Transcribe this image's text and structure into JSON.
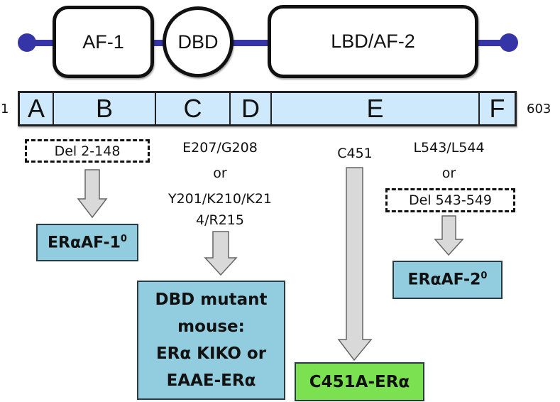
{
  "protein_schematic": {
    "domains": [
      {
        "id": "af1",
        "label": "AF-1"
      },
      {
        "id": "dbd",
        "label": "DBD"
      },
      {
        "id": "lbd",
        "label": "LBD/AF-2"
      }
    ],
    "backbone_color": "#3535a8"
  },
  "domain_bar": {
    "start_residue": "1",
    "end_residue": "603",
    "segments": [
      "A",
      "B",
      "C",
      "D",
      "E",
      "F"
    ],
    "fill_color": "#cde9fb"
  },
  "mutations": {
    "af1": {
      "deletion": "Del 2-148",
      "result": "ERαAF-1",
      "result_sup": "0"
    },
    "dbd": {
      "line1": "E207/G208",
      "line2": "or",
      "line3": "Y201/K210/K21",
      "line4": "4/R215",
      "result_lines": [
        "DBD mutant",
        "mouse:",
        "ERα KIKO or",
        "EAAE-ERα"
      ]
    },
    "c451": {
      "site": "C451",
      "result": "C451A-ERα"
    },
    "af2": {
      "line1": "L543/L544",
      "line2": "or",
      "deletion": "Del 543-549",
      "result": "ERαAF-2",
      "result_sup": "0"
    }
  },
  "colors": {
    "result_blue": "#92cddf",
    "result_green": "#7be151",
    "arrow_fill": "#d9d9d9"
  }
}
